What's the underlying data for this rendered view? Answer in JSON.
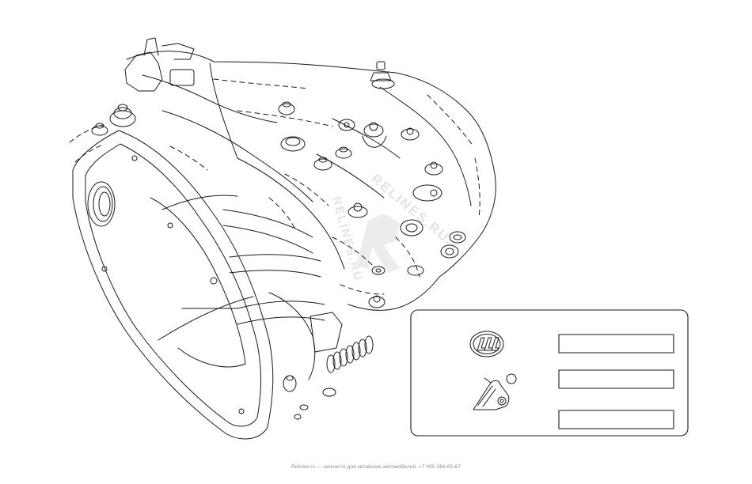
{
  "diagram": {
    "subject": "gearbox-housing-line-drawing",
    "line_color": "#1a1a1a",
    "watermark_color": "#e3e3e3"
  },
  "watermark": {
    "text": "RELINES.RU"
  },
  "legend": {
    "logo_icon": "lifan-logo-icon",
    "lubricant_icon": "oil-can-icon",
    "fields": [
      "",
      "",
      ""
    ]
  },
  "footer": {
    "text": "Relines.ru — запчасти для китайских автомобилей, +7 495 266-65-67"
  }
}
